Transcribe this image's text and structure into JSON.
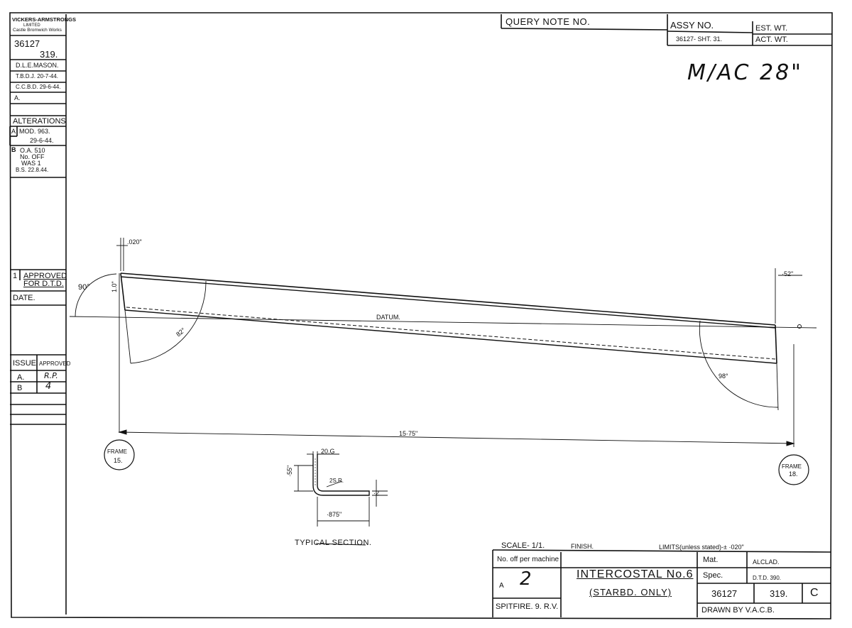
{
  "left_block": {
    "company_line1": "VICKERS-ARMSTRONGS",
    "company_line2": "LIMITED",
    "company_line3": "Castle Bromwich Works",
    "drawing_no": "36127",
    "part_no": "319.",
    "drawn": "D.L.E.MASON.",
    "traced": "T.B.D.J. 20-7-44.",
    "checked": "C.C.B.D. 29-6-44.",
    "approved_a": "A.",
    "alterations_title": "ALTERATIONS",
    "alt_a_letter": "A",
    "alt_a_line1": "MOD. 963.",
    "alt_a_line2": "29-6-44.",
    "alt_b_letter": "B",
    "alt_b_line1": "O.A. 510",
    "alt_b_line2": "No. OFF",
    "alt_b_line3": "WAS 1",
    "alt_b_line4": "B.S. 22.8.44.",
    "approved_dtd_num": "1",
    "approved_dtd_line1": "APPROVED",
    "approved_dtd_line2": "FOR D.T.D.",
    "date_label": "DATE.",
    "issue_label": "ISSUE",
    "approved_label": "APPROVED",
    "issue_a": "A.",
    "issue_a_sig": "R.P.",
    "issue_b": "B",
    "issue_b_sig": "4"
  },
  "top_block": {
    "query_note": "QUERY NOTE NO.",
    "assy_no_label": "ASSY NO.",
    "assy_no_value": "36127- SHT. 31.",
    "est_wt": "EST. WT.",
    "act_wt": "ACT. WT.",
    "handwritten_note": "M/AC 28\""
  },
  "drawing": {
    "thickness_dim": ".020\"",
    "angle_left_top": "90°",
    "height_dim": "1.0\"",
    "angle_left_bottom": "82°",
    "datum_label": "DATUM.",
    "right_dim": "·52\"",
    "angle_right": "98°",
    "length_dim": "15·75\"",
    "frame_left_line1": "FRAME",
    "frame_left_line2": "15.",
    "frame_right_line1": "FRAME",
    "frame_right_line2": "18.",
    "section_gauge": "20.G",
    "section_height": "·55\"",
    "section_radius": "2S.R.",
    "section_width": "·875\"",
    "section_flange": "·2",
    "section_title": "TYPICAL SECTION."
  },
  "title_block": {
    "scale": "SCALE- 1/1.",
    "finish": "FINISH.",
    "limits": "LIMITS(unless stated)-± ·020\"",
    "no_off_label": "No. off per machine",
    "no_off_value": "2",
    "no_off_mod": "A",
    "aircraft": "SPITFIRE. 9. R.V.",
    "title_line1": "INTERCOSTAL No.6",
    "title_line2": "(STARBD. ONLY)",
    "mat_label": "Mat.",
    "mat_value": "ALCLAD.",
    "spec_label": "Spec.",
    "spec_value": "D.T.D. 390.",
    "drawing_no": "36127",
    "part_no": "319.",
    "issue": "C",
    "drawn_by": "DRAWN BY V.A.C.B."
  }
}
